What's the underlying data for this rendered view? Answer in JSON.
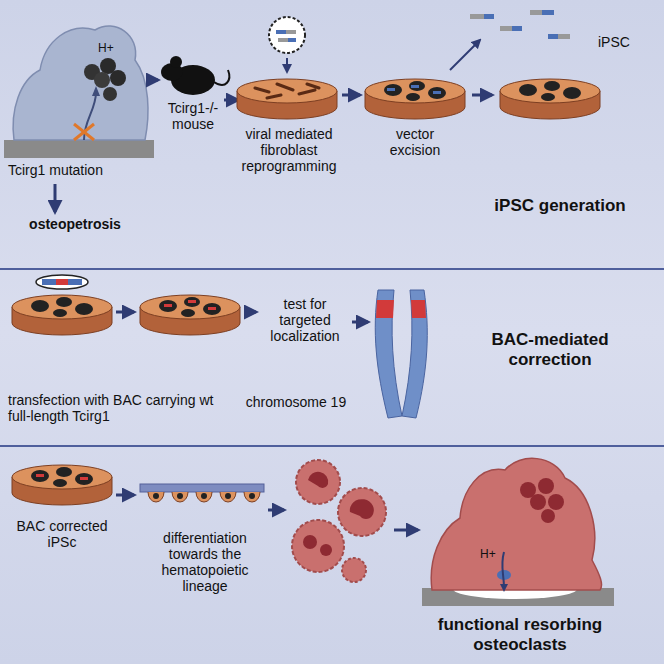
{
  "diagram": {
    "nodes": [
      {
        "text": [
          "iPSC generation"
        ]
      },
      {
        "text": [
          "BAC-mediated correction"
        ]
      },
      {
        "text": [
          "functional resorbing osteoclasts"
        ]
      }
    ],
    "labels": [
      "Tcirg1 mutation",
      "osteopetrosis",
      "H+",
      "Tcirg1-/- mouse",
      "viral mediated fibroblast reprogramming",
      "vector excision",
      "iPSC",
      "transfection with BAC carrying wt full-length Tcirg1",
      "test for targeted localization",
      "chromosome 19",
      "BAC corrected iPSc",
      "differentiation towards the hematopoietic lineage",
      "H+"
    ]
  }
}
